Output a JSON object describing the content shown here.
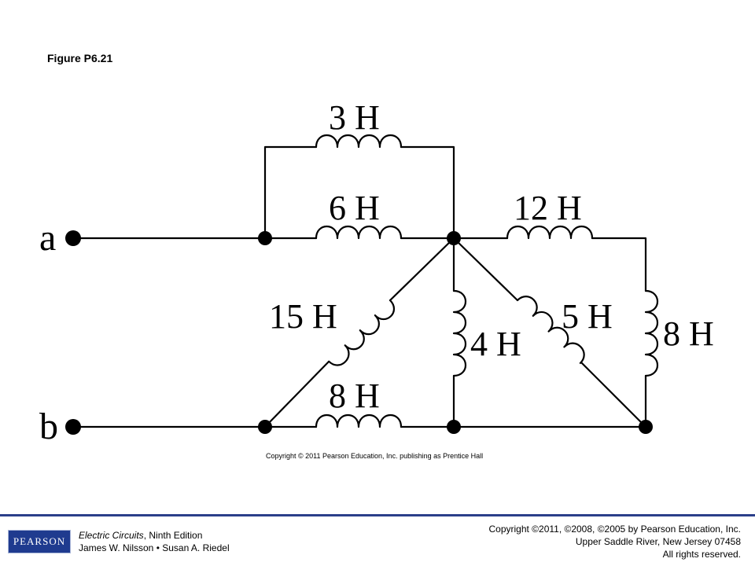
{
  "figure": {
    "label": "Figure P6.21",
    "copyright": "Copyright © 2011 Pearson Education, Inc. publishing as Prentice Hall"
  },
  "circuit": {
    "terminals": {
      "a": "a",
      "b": "b"
    },
    "inductors": {
      "top": "3 H",
      "upper_parallel": "6 H",
      "upper_right": "12 H",
      "diag_left": "15 H",
      "center_vertical": "4 H",
      "diag_right": "5 H",
      "right_vertical": "8 H",
      "bottom": "8 H"
    }
  },
  "footer": {
    "logo": "PEARSON",
    "book_title": "Electric Circuits",
    "book_edition": ", Ninth Edition",
    "authors": "James W. Nilsson • Susan A. Riedel",
    "copyright_line1": "Copyright ©2011, ©2008, ©2005 by Pearson Education, Inc.",
    "copyright_line2": "Upper Saddle River, New Jersey 07458",
    "copyright_line3": "All rights reserved."
  }
}
